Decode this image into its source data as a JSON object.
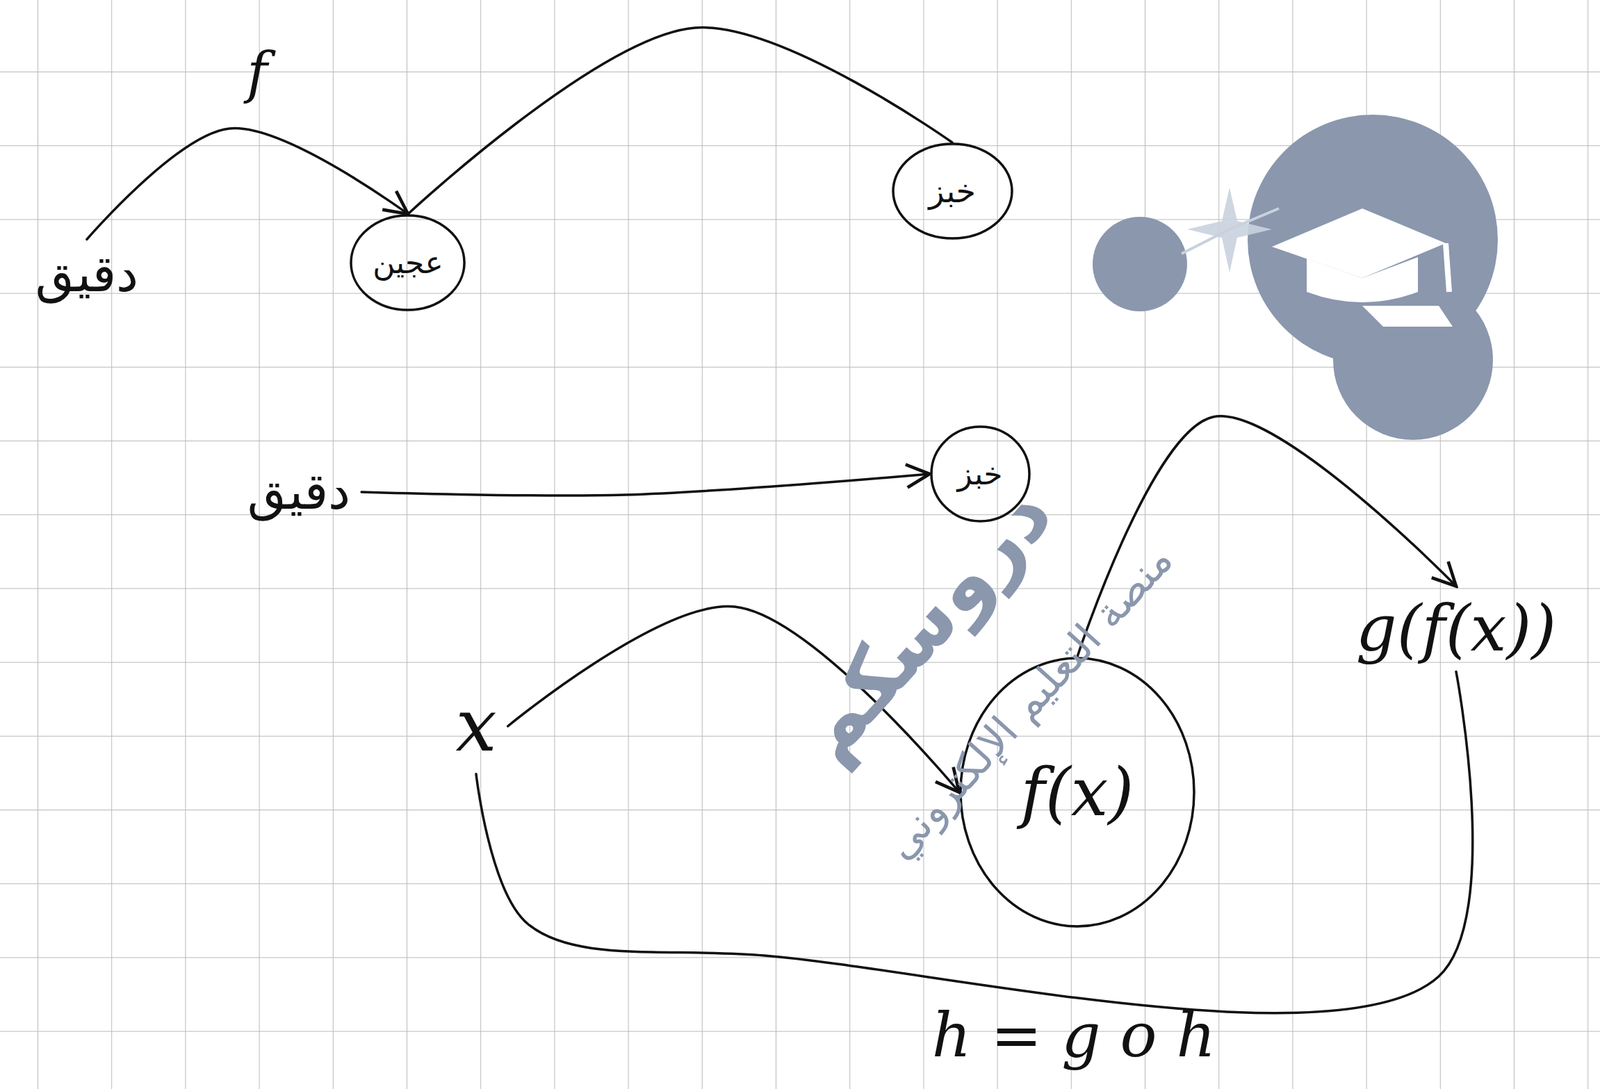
{
  "diagram": {
    "nodes": [
      {
        "text": [
          "دقيق"
        ]
      },
      {
        "text": [
          "عجين"
        ]
      },
      {
        "text": [
          "خبز"
        ]
      },
      {
        "text": [
          "دقيق"
        ]
      },
      {
        "text": [
          "خبز"
        ]
      },
      {
        "text": [
          "x"
        ]
      },
      {
        "text": [
          "f(x)"
        ]
      },
      {
        "text": [
          "g(f(x))"
        ]
      }
    ],
    "edges": [
      {
        "from": 0,
        "to": 1,
        "label": "f",
        "arrow": "to"
      },
      {
        "from": 1,
        "to": 2,
        "arrow": "none"
      },
      {
        "from": 3,
        "to": 4,
        "arrow": "to"
      },
      {
        "from": 5,
        "to": 6,
        "arrow": "to"
      },
      {
        "from": 6,
        "to": 7,
        "arrow": "to"
      },
      {
        "from": 5,
        "to": 7,
        "label": "h = g o h",
        "arrow": "none"
      }
    ],
    "labels": [
      "دروسكم",
      "منصة التعليم الإلكتروني"
    ]
  }
}
